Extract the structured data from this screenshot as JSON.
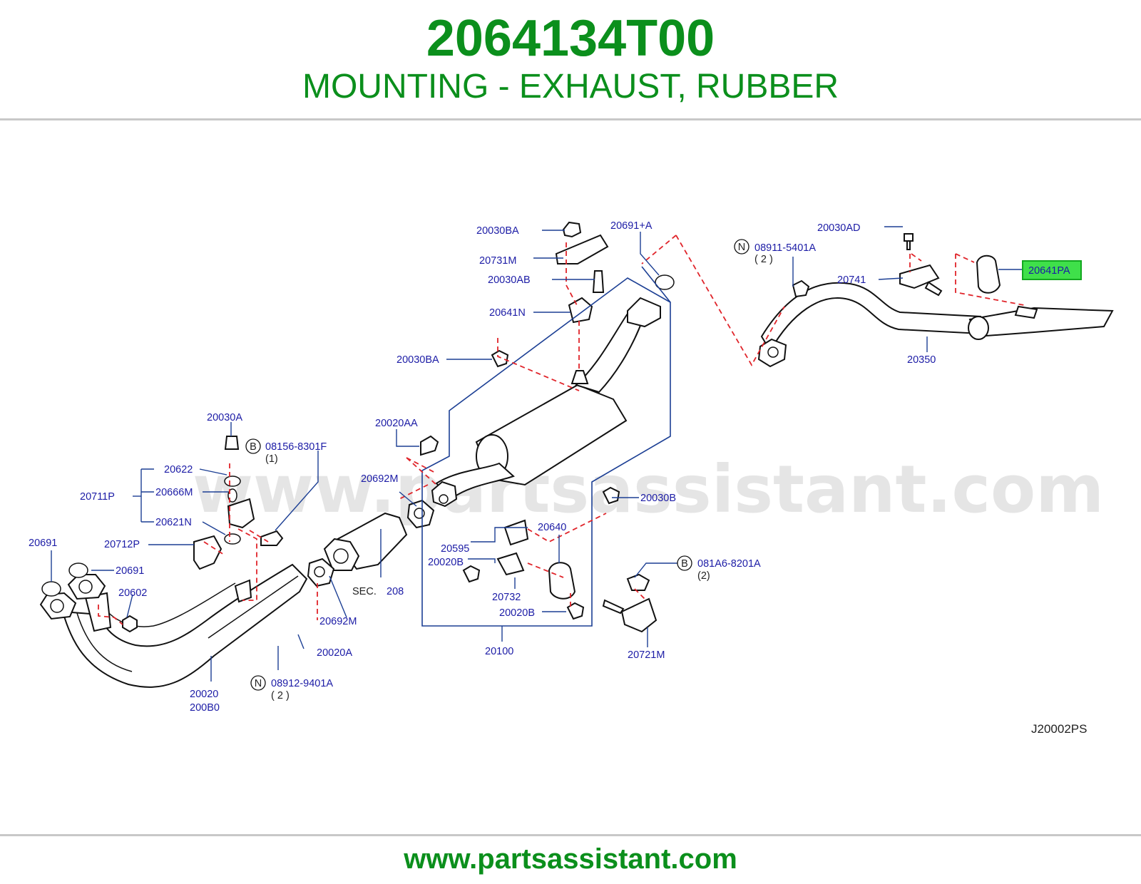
{
  "header": {
    "part_number": "2064134T00",
    "description": "MOUNTING - EXHAUST, RUBBER"
  },
  "footer": {
    "site": "www.partsassistant.com"
  },
  "watermark": "www.partsassistant.com",
  "colors": {
    "brand_green": "#0b8f1c",
    "label_blue": "#1c1ca6",
    "dash_red": "#e0242a",
    "highlight": "#3fe04a"
  },
  "diagram": {
    "code": "J20002PS",
    "highlighted_part": "20641PA",
    "labels": {
      "p20030BA_top": "20030BA",
      "p20731M": "20731M",
      "p20030AB": "20030AB",
      "p20641N": "20641N",
      "p20030BA_mid": "20030BA",
      "p20691A": "20691+A",
      "p20030AD": "20030AD",
      "p08911": "08911-5401A",
      "p08911_qty": "( 2 )",
      "p20741": "20741",
      "p20641PA": "20641PA",
      "p20350": "20350",
      "p20030A": "20030A",
      "p08156": "08156-8301F",
      "p08156_qty": "(1)",
      "p20622": "20622",
      "p20711P": "20711P",
      "p20666M": "20666M",
      "p20621N": "20621N",
      "p20691_a": "20691",
      "p20712P": "20712P",
      "p20691_b": "20691",
      "p20602": "20602",
      "p20020AA": "20020AA",
      "p20692M_top": "20692M",
      "p20692M_bot": "20692M",
      "sec": "SEC.",
      "sec_num": "208",
      "p20020A": "20020A",
      "p08912": "08912-9401A",
      "p08912_qty": "( 2 )",
      "p20020": "20020",
      "p200B0": "200B0",
      "p20030B": "20030B",
      "p20640": "20640",
      "p20595": "20595",
      "p20020B_top": "20020B",
      "p20732": "20732",
      "p20020B_bot": "20020B",
      "p20100": "20100",
      "p081A6": "081A6-8201A",
      "p081A6_qty": "(2)",
      "p20721M": "20721M"
    },
    "callout_letters": {
      "n1": "N",
      "b1": "B",
      "b2": "B",
      "n2": "N"
    }
  }
}
